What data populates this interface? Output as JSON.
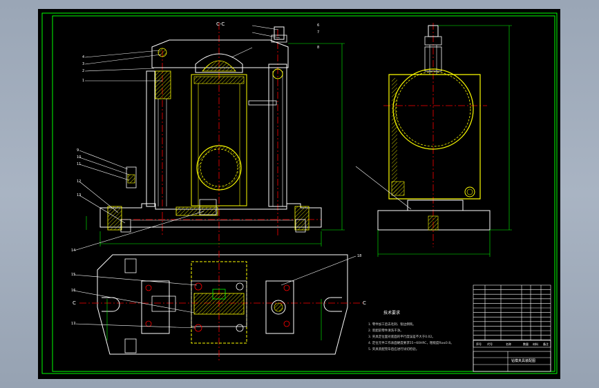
{
  "drawing": {
    "section_label": "C-C",
    "section_marker": "C",
    "notes_title": "技术要求",
    "notes": [
      "1. 零件加工后去毛刺、锐边倒钝。",
      "2. 装配前零件清洗干净。",
      "3. 夹具定位面对底面的平行度误差不大于0.02。",
      "4. 定位元件工作表面硬度要求55~60HRC，粗糙度Ra≤0.8。",
      "5. 夹具装配完毕后应进行试切检验。"
    ],
    "title_block": {
      "title": "钻模夹具装配图",
      "header_cells": [
        "序号",
        "代号",
        "名称",
        "数量",
        "材料",
        "备注"
      ]
    }
  },
  "colors": {
    "frame": "#00ff00",
    "outline": "#ffffff",
    "centerline": "#ff0000",
    "hatch": "#ffff00",
    "hidden": "#00ffff",
    "dim": "#00ff00"
  }
}
